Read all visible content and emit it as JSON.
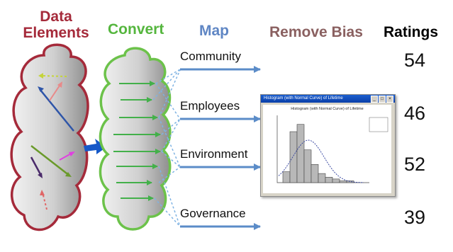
{
  "headers": {
    "data_elements_line1": "Data",
    "data_elements_line2": "Elements",
    "convert": "Convert",
    "map": "Map",
    "remove_bias": "Remove Bias",
    "ratings": "Ratings"
  },
  "categories": [
    {
      "label": "Community",
      "rating": "54"
    },
    {
      "label": "Employees",
      "rating": "46"
    },
    {
      "label": "Environment",
      "rating": "52"
    },
    {
      "label": "Governance",
      "rating": "39"
    }
  ],
  "histogram_window": {
    "title": "Histogram (with Normal Curve) of Lifetime",
    "chart_title": "Histogram (with Normal Curve) of Lifetime",
    "bars": [
      6,
      28,
      32,
      18,
      10,
      5,
      3,
      2,
      1,
      1
    ]
  },
  "colors": {
    "data_cloud_border": "#a52a3a",
    "convert_cloud_border": "#6cc24a",
    "arrow_blue": "#5b8cc8"
  }
}
